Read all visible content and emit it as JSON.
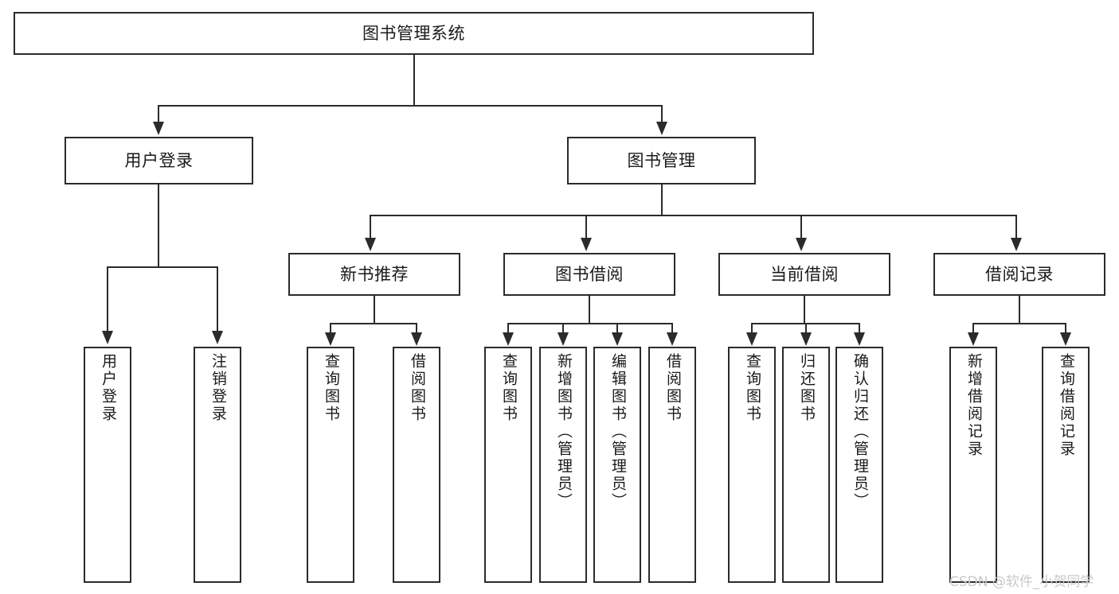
{
  "diagram": {
    "type": "tree",
    "title": "图书管理系统",
    "root": {
      "label": "图书管理系统"
    },
    "level2": [
      {
        "label": "用户登录"
      },
      {
        "label": "图书管理"
      }
    ],
    "level3": [
      {
        "label": "新书推荐"
      },
      {
        "label": "图书借阅"
      },
      {
        "label": "当前借阅"
      },
      {
        "label": "借阅记录"
      }
    ],
    "leaves": {
      "user_login": [
        {
          "label": "用户登录"
        },
        {
          "label": "注销登录"
        }
      ],
      "new_book_recommend": [
        {
          "label": "查询图书"
        },
        {
          "label": "借阅图书"
        }
      ],
      "book_borrow": [
        {
          "label": "查询图书"
        },
        {
          "label": "新增图书（管理员）"
        },
        {
          "label": "编辑图书（管理员）"
        },
        {
          "label": "借阅图书"
        }
      ],
      "current_borrow": [
        {
          "label": "查询图书"
        },
        {
          "label": "归还图书"
        },
        {
          "label": "确认归还（管理员）"
        }
      ],
      "borrow_record": [
        {
          "label": "新增借阅记录"
        },
        {
          "label": "查询借阅记录"
        }
      ]
    }
  },
  "watermark": {
    "text": "CSDN @软件_小贺同学"
  },
  "colors": {
    "stroke": "#2b2b2b",
    "fill": "#ffffff",
    "text": "#1a1a1a",
    "watermark": "#c9c9c9"
  }
}
